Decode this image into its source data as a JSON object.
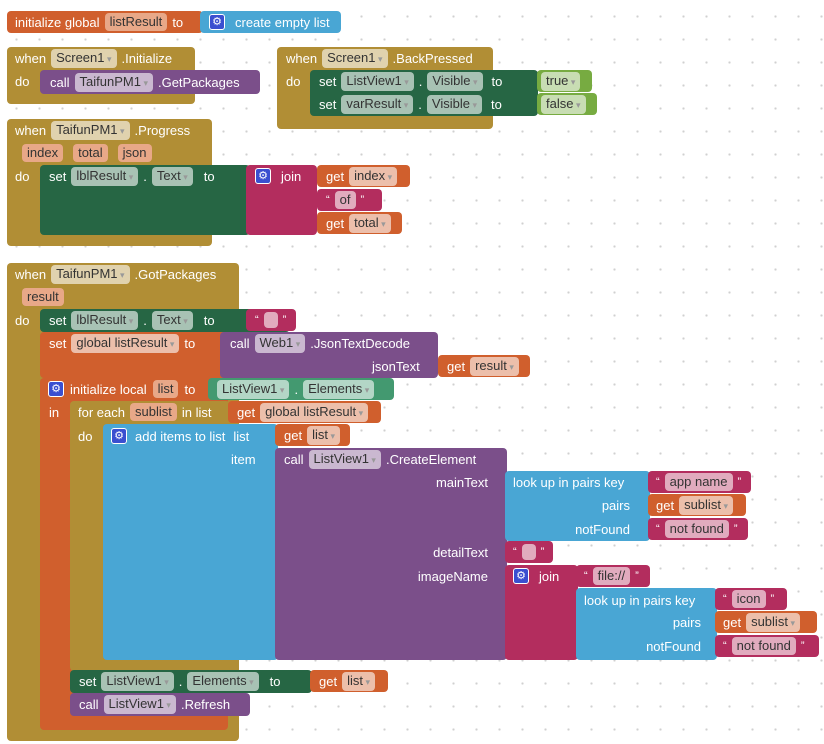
{
  "global_init": {
    "label": "initialize global",
    "name": "listResult",
    "to": "to",
    "create": "create empty list"
  },
  "initialize": {
    "when": "when",
    "component": "Screen1",
    "event": ".Initialize",
    "do": "do",
    "call": "call",
    "target": "TaifunPM1",
    "method": ".GetPackages"
  },
  "back": {
    "when": "when",
    "component": "Screen1",
    "event": ".BackPressed",
    "do": "do",
    "rows": [
      {
        "set": "set",
        "comp": "ListView1",
        "dot": ".",
        "prop": "Visible",
        "to": "to",
        "value": "true"
      },
      {
        "set": "set",
        "comp": "varResult",
        "dot": ".",
        "prop": "Visible",
        "to": "to",
        "value": "false"
      }
    ]
  },
  "progress": {
    "when": "when",
    "component": "TaifunPM1",
    "event": ".Progress",
    "params": [
      "index",
      "total",
      "json"
    ],
    "do": "do",
    "set": "set",
    "comp": "lblResult",
    "dot": ".",
    "prop": "Text",
    "to": "to",
    "join": "join",
    "get": "get",
    "var1": "index",
    "of": "of",
    "var2": "total",
    "q1": "“",
    "q2": "”"
  },
  "got": {
    "when": "when",
    "component": "TaifunPM1",
    "event": ".GotPackages",
    "param": "result",
    "do": "do",
    "set": "set",
    "lbl": "lblResult",
    "dot": ".",
    "text": "Text",
    "to": "to",
    "q1": "“",
    "q2": "”",
    "global_var": "global listResult",
    "call": "call",
    "web": "Web1",
    "decode": ".JsonTextDecode",
    "jsonText": "jsonText",
    "get": "get",
    "result": "result",
    "init_local": "initialize local",
    "local": "list",
    "in": "in",
    "lv": "ListView1",
    "elements": "Elements",
    "foreach": "for each",
    "sublist": "sublist",
    "inlist": "in list",
    "add": "add items to list",
    "list_lbl": "list",
    "item": "item",
    "create": ".CreateElement",
    "mainText": "mainText",
    "detailText": "detailText",
    "imageName": "imageName",
    "lookup": "look up in pairs  key",
    "pairs": "pairs",
    "notFound": "notFound",
    "appname": "app name",
    "notfound_val": "not found",
    "file": "file://",
    "icon": "icon",
    "refresh": ".Refresh"
  }
}
